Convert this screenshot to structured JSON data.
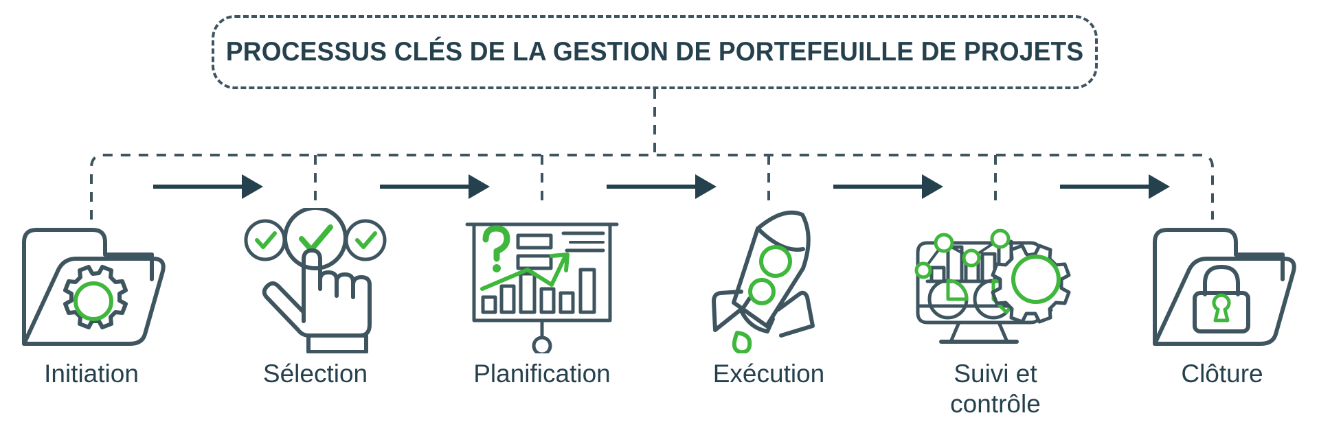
{
  "title": {
    "text": "PROCESSUS CLÉS DE LA GESTION DE PORTEFEUILLE DE PROJETS"
  },
  "colors": {
    "dark": "#3e5560",
    "dark_text": "#25414d",
    "green": "#3fb73c",
    "background": "#ffffff"
  },
  "stages": [
    {
      "id": "initiation",
      "label": "Initiation",
      "icon": "folder-gear-icon"
    },
    {
      "id": "selection",
      "label": "Sélection",
      "icon": "hand-pointing-checkmarks-icon"
    },
    {
      "id": "planification",
      "label": "Planification",
      "icon": "presentation-board-chart-icon"
    },
    {
      "id": "execution",
      "label": "Exécution",
      "icon": "rocket-icon"
    },
    {
      "id": "suivi-et-controle",
      "label": "Suivi et\ncontrôle",
      "icon": "monitor-dashboard-gear-icon"
    },
    {
      "id": "cloture",
      "label": "Clôture",
      "icon": "folder-lock-icon"
    }
  ],
  "arrows": [
    {
      "id": "arrow-initiation-to-selection"
    },
    {
      "id": "arrow-selection-to-planification"
    },
    {
      "id": "arrow-planification-to-execution"
    },
    {
      "id": "arrow-execution-to-suivi"
    },
    {
      "id": "arrow-suivi-to-cloture"
    }
  ],
  "connectors": {
    "bus_label": "dashed-bus-line",
    "drop_label": "dashed-drop-line",
    "stem_label": "title-stem-line"
  }
}
